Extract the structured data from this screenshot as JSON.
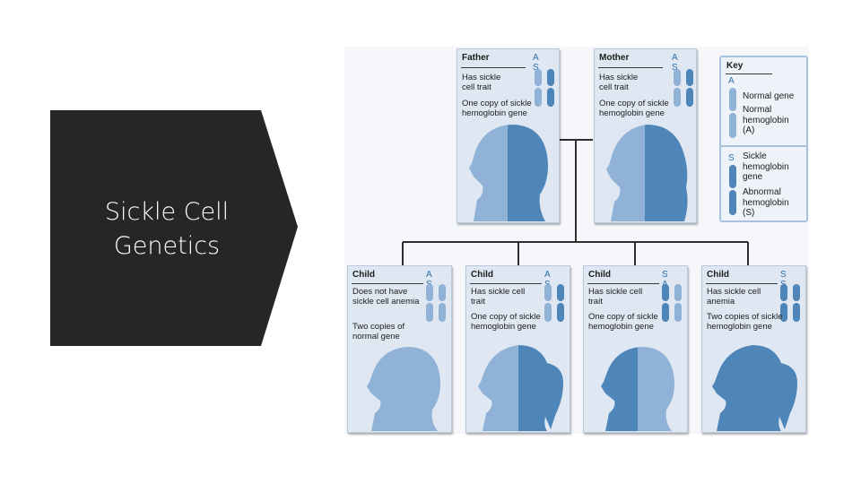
{
  "slide": {
    "title_line1": "Sickle Cell",
    "title_line2": "Genetics",
    "title_panel_color": "#262626"
  },
  "colors": {
    "normal_gene": "#8fb2d6",
    "sickle_gene": "#4f86ba",
    "card_background": "#dfe8f2",
    "allele_letter": "#2f6fa8"
  },
  "parents": [
    {
      "label": "Father",
      "alleles": "A S",
      "trait": "Has sickle cell trait",
      "gene_copies": "One copy of sickle hemoglobin gene",
      "profile_icon": "male-head-profile-icon"
    },
    {
      "label": "Mother",
      "alleles": "A S",
      "trait": "Has sickle cell trait",
      "gene_copies": "One copy of sickle hemoglobin gene",
      "profile_icon": "female-head-profile-icon"
    }
  ],
  "children": [
    {
      "label": "Child",
      "alleles": "A S",
      "trait": "Does not have sickle cell anemia",
      "gene_copies": "Two copies of normal gene",
      "profile_icon": "child-head-profile-icon"
    },
    {
      "label": "Child",
      "alleles": "A S",
      "trait": "Has sickle cell trait",
      "gene_copies": "One copy of sickle hemoglobin gene",
      "profile_icon": "girl-ponytail-profile-icon"
    },
    {
      "label": "Child",
      "alleles": "S A",
      "trait": "Has sickle cell trait",
      "gene_copies": "One copy of sickle hemoglobin gene",
      "profile_icon": "child-head-profile-icon"
    },
    {
      "label": "Child",
      "alleles": "S S",
      "trait": "Has sickle cell anemia",
      "gene_copies": "Two copies of sickle hemoglobin gene",
      "profile_icon": "girl-ponytail-profile-icon"
    }
  ],
  "key": {
    "title": "Key",
    "normal": {
      "letter": "A",
      "line1": "Normal gene",
      "line2": "Normal hemoglobin (A)"
    },
    "sickle": {
      "letter": "S",
      "line1": "Sickle hemoglobin gene",
      "line2": "Abnormal hemoglobin (S)"
    }
  }
}
